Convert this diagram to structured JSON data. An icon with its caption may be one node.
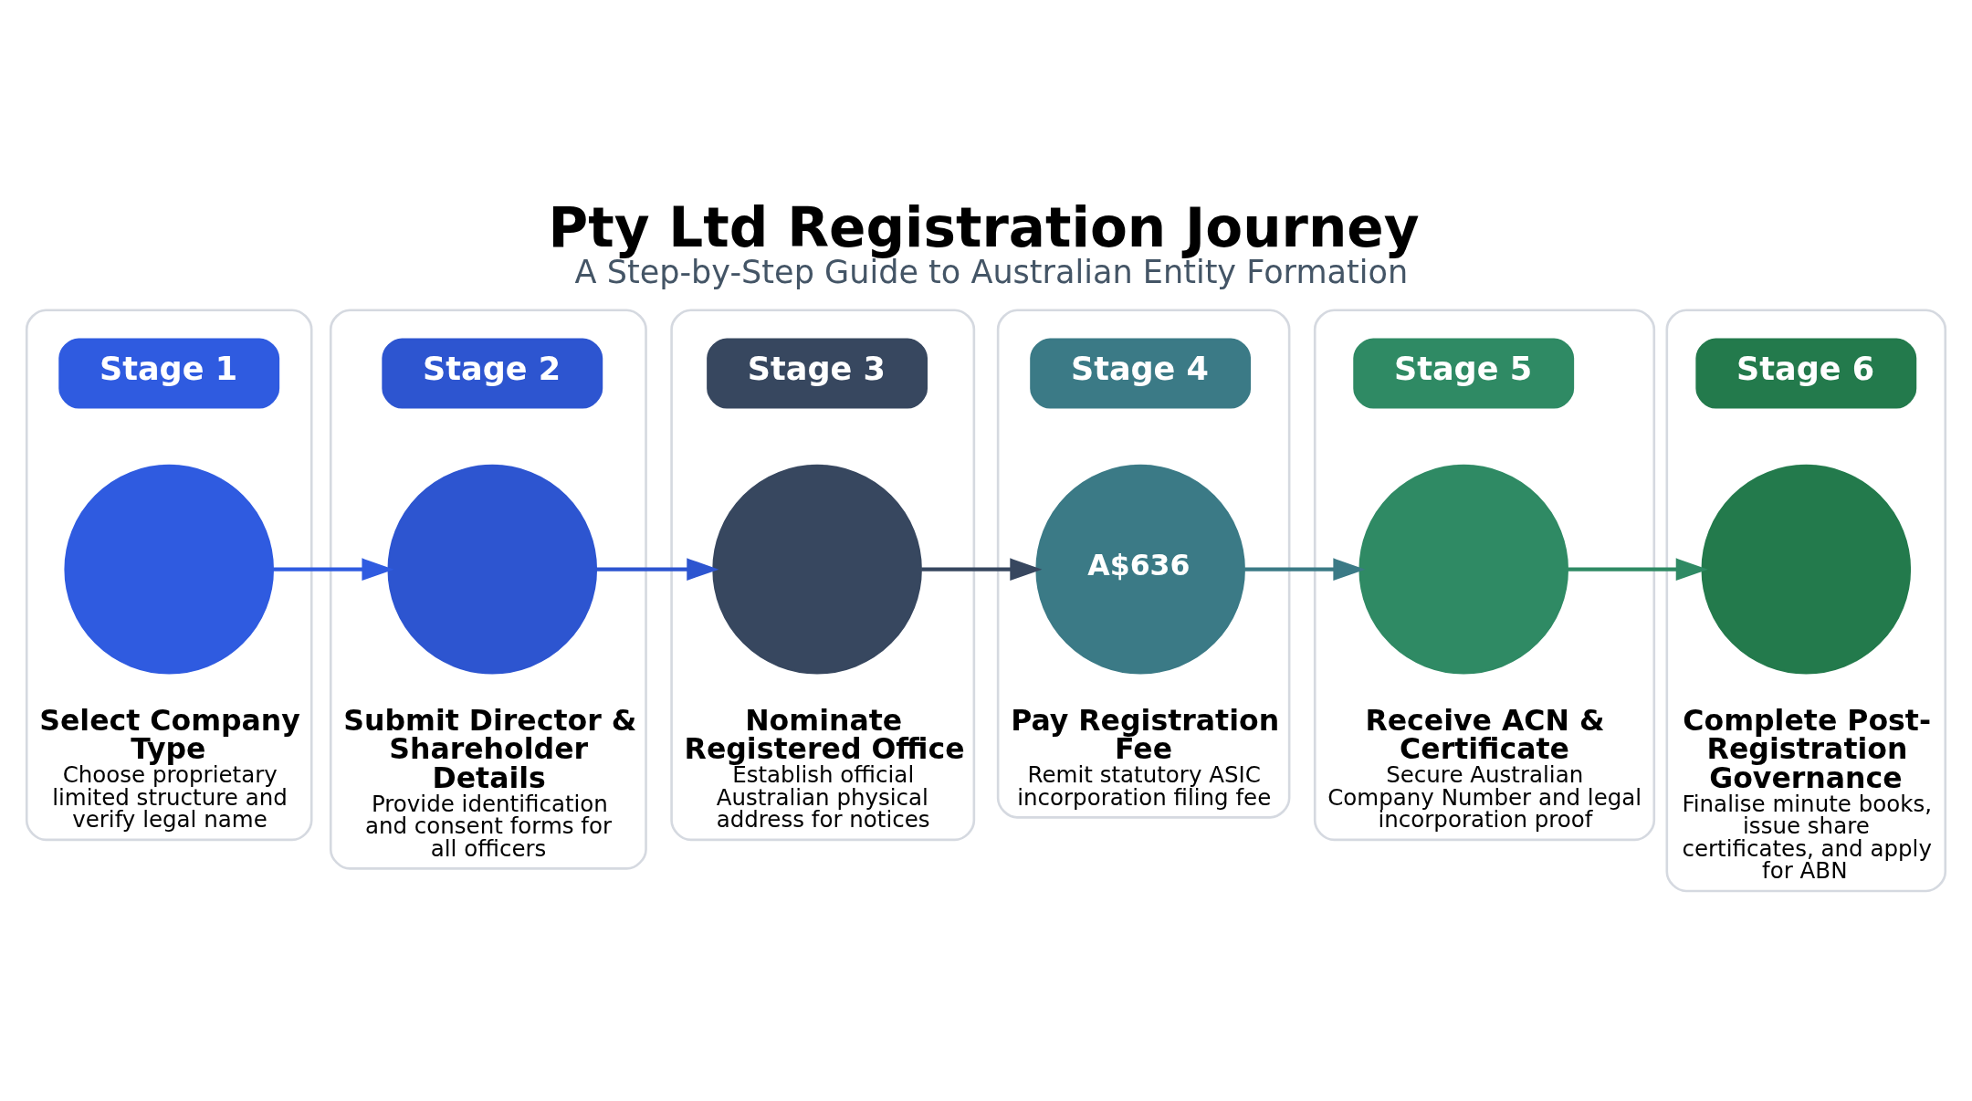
{
  "diagram": {
    "title": "Pty Ltd Registration Journey",
    "caption": "A Step-by-Step Guide to Australian Entity Formation",
    "nodes": [
      {
        "text": [
          "Select Company Type",
          "Choose proprietary limited structure and verify legal name"
        ]
      },
      {
        "text": [
          "Stage 1"
        ],
        "in": 0
      },
      {
        "text": [],
        "shape": "circle",
        "in": 0
      },
      {
        "text": [
          "Submit Director & Shareholder Details",
          "Provide identification and consent forms for all officers"
        ]
      },
      {
        "text": [
          "Stage 2"
        ],
        "in": 3
      },
      {
        "text": [],
        "shape": "circle",
        "in": 3
      },
      {
        "text": [
          "Nominate Registered Office",
          "Establish official Australian physical address for notices"
        ]
      },
      {
        "text": [
          "Stage 3"
        ],
        "in": 6
      },
      {
        "text": [],
        "shape": "circle",
        "in": 6
      },
      {
        "text": [
          "Pay Registration Fee",
          "Remit statutory ASIC incorporation filing fee"
        ]
      },
      {
        "text": [
          "Stage 4"
        ],
        "in": 9
      },
      {
        "text": [
          "A$636"
        ],
        "in": 9
      },
      {
        "text": [
          "Receive ACN & Certificate",
          "Secure Australian Company Number and legal incorporation proof"
        ]
      },
      {
        "text": [
          "Stage 5"
        ],
        "in": 12
      },
      {
        "text": [],
        "shape": "circle",
        "in": 12
      },
      {
        "text": [
          "Complete Post-Registration Governance",
          "Finalise minute books, issue share certificates, and apply for ABN"
        ]
      },
      {
        "text": [
          "Stage 6"
        ],
        "in": 15
      },
      {
        "text": [],
        "shape": "circle",
        "in": 15
      }
    ],
    "edges": [
      {
        "from": 2,
        "to": 5,
        "arrow": "to",
        "color": "#2f5be0"
      },
      {
        "from": 5,
        "to": 8,
        "arrow": "to",
        "color": "#2d55d0"
      },
      {
        "from": 8,
        "to": 11,
        "arrow": "to",
        "color": "#37475f"
      },
      {
        "from": 11,
        "to": 14,
        "arrow": "to",
        "color": "#3b7a86"
      },
      {
        "from": 14,
        "to": 17,
        "arrow": "to",
        "color": "#2f8a64"
      }
    ]
  }
}
